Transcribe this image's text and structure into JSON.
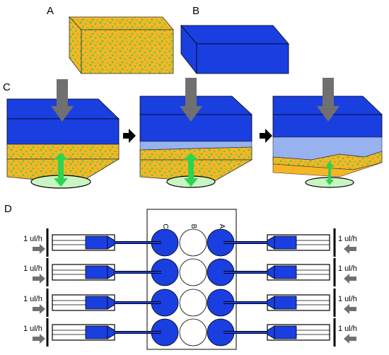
{
  "panels": {
    "a": "A",
    "b": "B",
    "c": "C",
    "d": "D"
  },
  "plate_columns": [
    "C",
    "B",
    "A"
  ],
  "flow_rate": "1 ul/h",
  "colors": {
    "blue": "#1a3fe0",
    "gel_yellow": "#f5b525",
    "gel_dots": "#3ecf53",
    "green_arrow": "#2dd44f",
    "green_disk": "#c9f5c4",
    "light_blue": "#97b2ef",
    "grey_arrow": "#707070"
  }
}
